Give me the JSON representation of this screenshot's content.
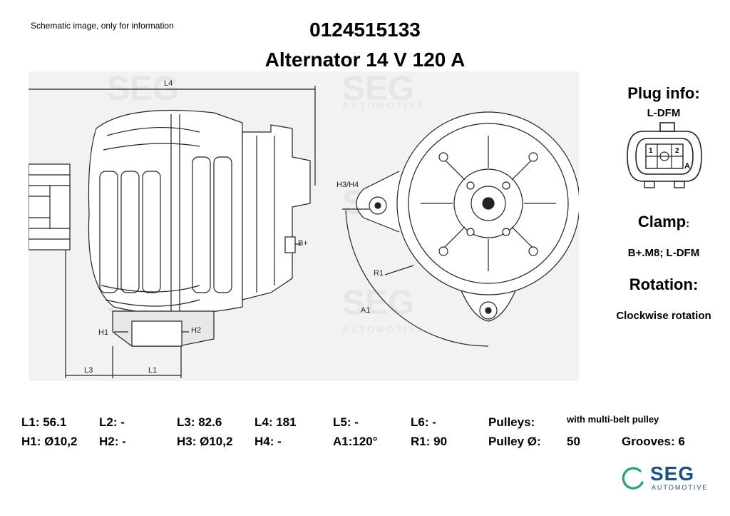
{
  "note": "Schematic image, only for information",
  "part_number": "0124515133",
  "product_title": "Alternator 14 V 120 A",
  "drawing_labels": {
    "l4": "L4",
    "h3h4": "H3/H4",
    "bplus": "B+",
    "r1": "R1",
    "a1": "A1",
    "h1": "H1",
    "h2": "H2",
    "l3": "L3",
    "l1": "L1"
  },
  "plug": {
    "heading": "Plug info:",
    "value": "L-DFM",
    "pin1": "1",
    "pin2": "2",
    "pinA": "A"
  },
  "clamp": {
    "heading": "Clamp",
    "colon": ":",
    "value": "B+.M8; L-DFM"
  },
  "rotation": {
    "heading": "Rotation:",
    "value": "Clockwise rotation"
  },
  "specs": {
    "row1": [
      "L1: 56.1",
      "L2: -",
      "L3: 82.6",
      "L4: 181",
      "L5: -",
      "L6: -",
      "Pulleys:",
      "with multi-belt pulley"
    ],
    "row2": [
      "H1: Ø10,2",
      "H2: -",
      "H3: Ø10,2",
      "H4: -",
      "A1:120°",
      "R1: 90",
      "Pulley Ø:",
      "50",
      "Grooves: 6"
    ]
  },
  "logo": {
    "name": "SEG",
    "sub": "AUTOMOTIVE",
    "watermark": "SEG",
    "watermark_sub": "AUTOMOTIVE",
    "accent": "#1a4f8a",
    "ring_color": "#1fa37a"
  }
}
